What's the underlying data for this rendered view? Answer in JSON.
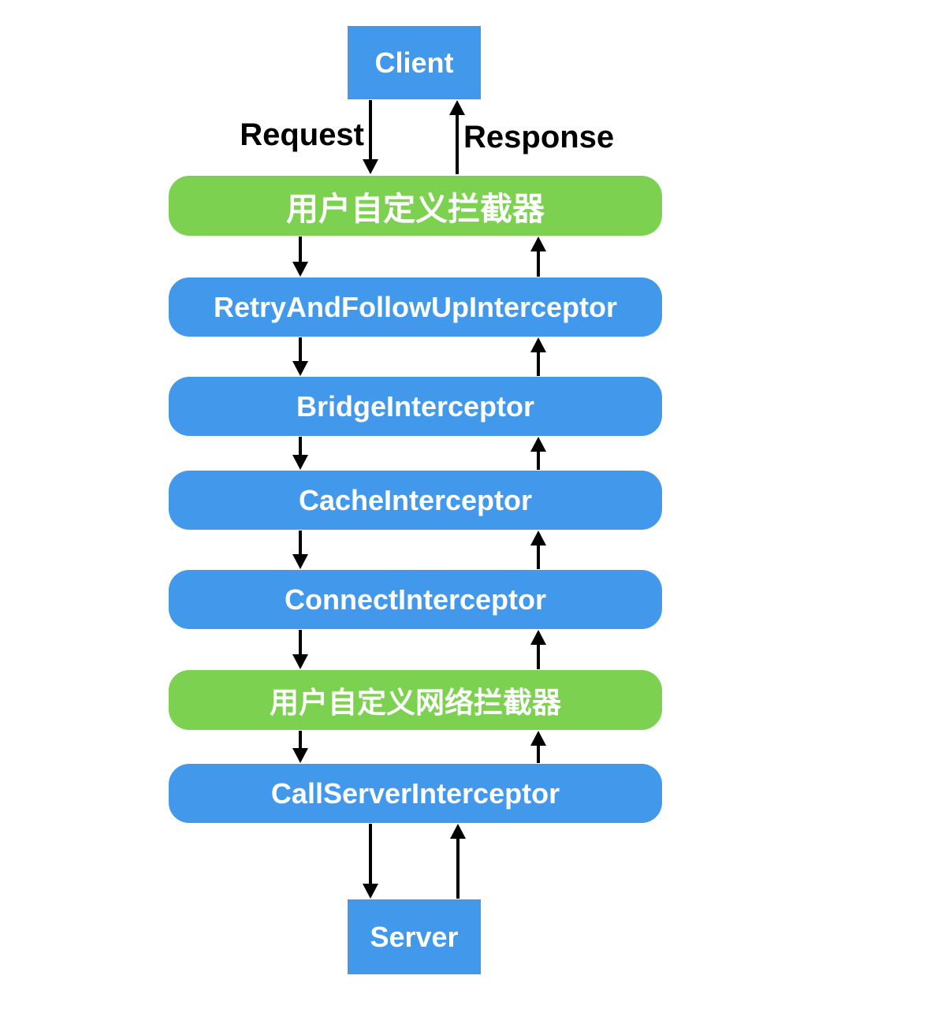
{
  "diagram": {
    "nodes": {
      "client": "Client",
      "user_interceptor": "用户自定义拦截器",
      "retry": "RetryAndFollowUpInterceptor",
      "bridge": "BridgeInterceptor",
      "cache": "CacheInterceptor",
      "connect": "ConnectInterceptor",
      "user_network_interceptor": "用户自定义网络拦截器",
      "call_server": "CallServerInterceptor",
      "server": "Server"
    },
    "edge_labels": {
      "request": "Request",
      "response": "Response"
    },
    "colors": {
      "node_blue": "#4299EB",
      "node_green": "#7CD150",
      "node_text": "#FFFFFF",
      "arrow": "#000000",
      "edge_label_text": "#000000"
    }
  }
}
